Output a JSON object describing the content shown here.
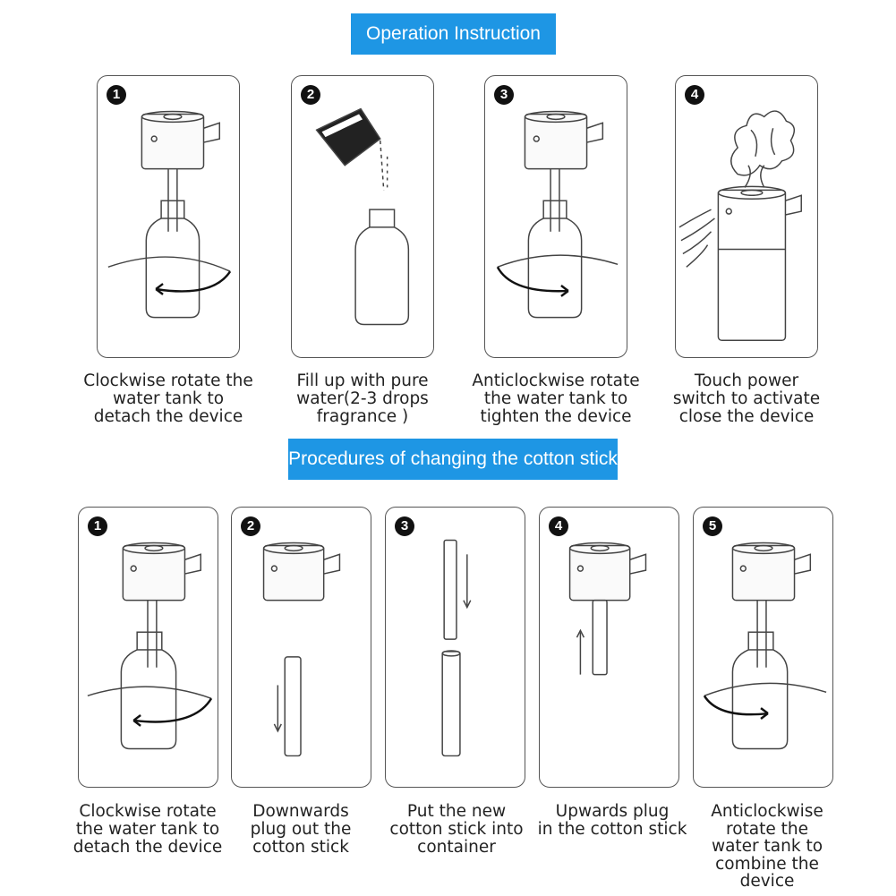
{
  "section1": {
    "title": "Operation Instruction",
    "steps": [
      {
        "num": "1",
        "caption": "Clockwise rotate the\nwater tank to\ndetach the device"
      },
      {
        "num": "2",
        "caption": "Fill up with pure\nwater(2-3 drops\nfragrance )"
      },
      {
        "num": "3",
        "caption": "Anticlockwise rotate\nthe water tank to\ntighten the device"
      },
      {
        "num": "4",
        "caption": "Touch power\nswitch to activate\nclose the device"
      }
    ]
  },
  "section2": {
    "title": "Procedures of changing the cotton stick",
    "steps": [
      {
        "num": "1",
        "caption": "Clockwise rotate\nthe water tank to\ndetach the device"
      },
      {
        "num": "2",
        "caption": "Downwards\nplug out the\ncotton stick"
      },
      {
        "num": "3",
        "caption": "Put the new\ncotton stick into\ncontainer"
      },
      {
        "num": "4",
        "caption": "Upwards plug\nin the cotton stick"
      },
      {
        "num": "5",
        "caption": "Anticlockwise\nrotate the\nwater tank to\ncombine the\ndevice"
      }
    ]
  },
  "colors": {
    "banner": "#1e96e4",
    "line": "#555555"
  }
}
